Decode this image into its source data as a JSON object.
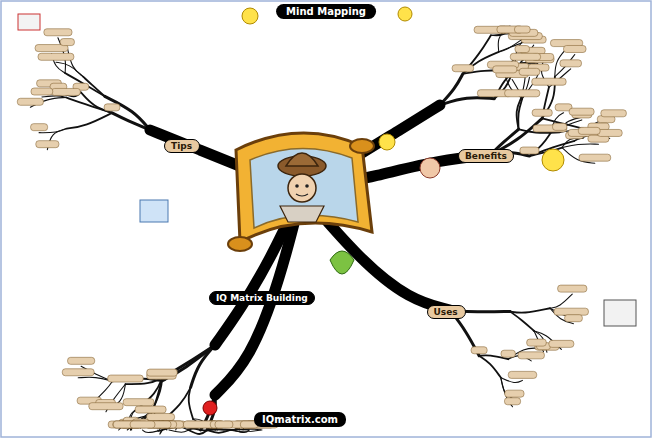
{
  "diagram": {
    "title": "Mind Mapping",
    "nodes": [
      {
        "text": [
          "Tips"
        ]
      },
      {
        "text": [
          "Benefits"
        ]
      },
      {
        "text": [
          "IQ Matrix Building"
        ]
      },
      {
        "text": [
          "Uses"
        ]
      }
    ],
    "labels": [
      "IQmatrix.com"
    ]
  }
}
